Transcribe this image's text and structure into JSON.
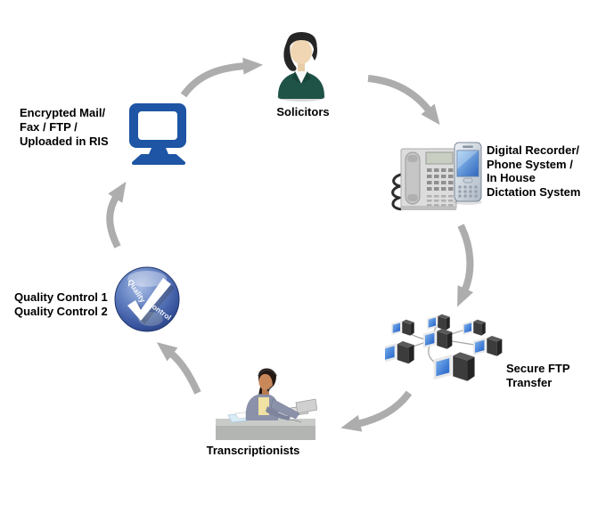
{
  "nodes": {
    "encrypted_mail": {
      "lines": [
        "Encrypted Mail/",
        "Fax / FTP /",
        "Uploaded in RIS"
      ]
    },
    "solicitors": {
      "label": "Solicitors"
    },
    "digital_recorder": {
      "lines": [
        "Digital Recorder/",
        "Phone System /",
        "In House",
        "Dictation System"
      ]
    },
    "secure_ftp": {
      "lines": [
        "Secure FTP",
        "Transfer"
      ]
    },
    "transcriptionists": {
      "label": "Transcriptionists"
    },
    "quality_control": {
      "lines": [
        "Quality Control 1",
        "Quality Control 2"
      ],
      "sphere_words": {
        "top": "Quality",
        "bottom": "Control"
      }
    }
  },
  "flow": [
    {
      "from": "encrypted_mail",
      "to": "solicitors"
    },
    {
      "from": "solicitors",
      "to": "digital_recorder"
    },
    {
      "from": "digital_recorder",
      "to": "secure_ftp"
    },
    {
      "from": "secure_ftp",
      "to": "transcriptionists"
    },
    {
      "from": "transcriptionists",
      "to": "quality_control"
    },
    {
      "from": "quality_control",
      "to": "encrypted_mail"
    }
  ],
  "colors": {
    "arrow_gray": "#ADADAD",
    "monitor_blue": "#1E55A4",
    "suit_green": "#1F5348",
    "sphere_blue": "#3A57A0",
    "screen_blue": "#2E66BE",
    "label_text": "#000000",
    "background": "#FFFFFF"
  }
}
